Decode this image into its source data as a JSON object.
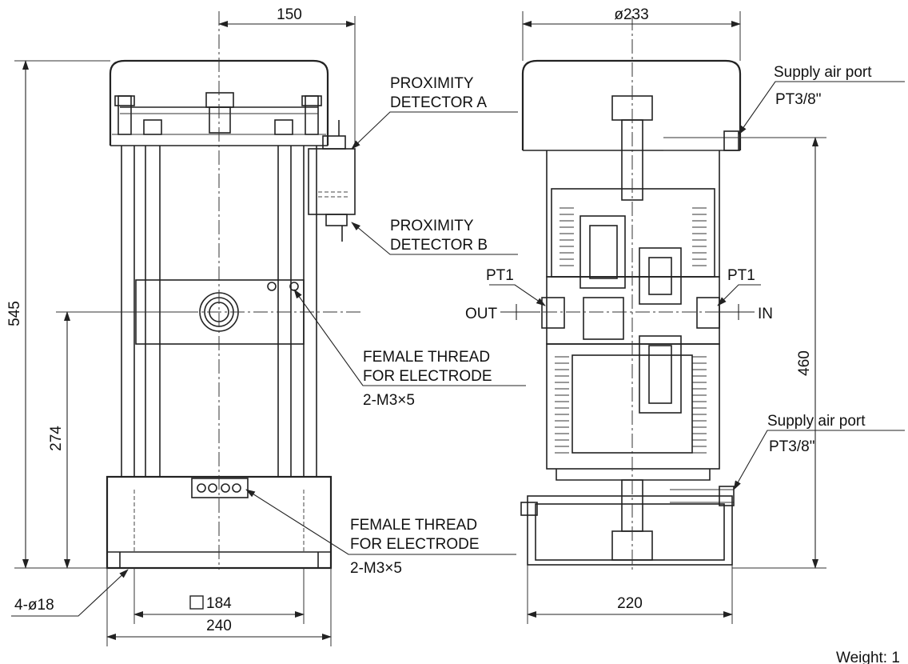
{
  "dims": {
    "width_top": "150",
    "diameter_top": "ø233",
    "height_total": "545",
    "height_port": "274",
    "base_square": "184",
    "base_width": "240",
    "holes": "4-ø18",
    "right_width": "220",
    "right_height": "460"
  },
  "labels": {
    "prox_a_line1": "PROXIMITY",
    "prox_a_line2": "DETECTOR A",
    "prox_b_line1": "PROXIMITY",
    "prox_b_line2": "DETECTOR B",
    "electrode1_line1": "FEMALE THREAD",
    "electrode1_line2": "FOR ELECTRODE",
    "electrode1_spec": "2-M3×5",
    "electrode2_line1": "FEMALE THREAD",
    "electrode2_line2": "FOR ELECTRODE",
    "electrode2_spec": "2-M3×5",
    "supply_top": "Supply air port",
    "supply_top_spec": "PT3/8\"",
    "supply_bottom": "Supply air port",
    "supply_bottom_spec": "PT3/8\"",
    "pt1_left": "PT1",
    "pt1_right": "PT1",
    "out": "OUT",
    "in": "IN",
    "weight": "Weight: 1"
  }
}
